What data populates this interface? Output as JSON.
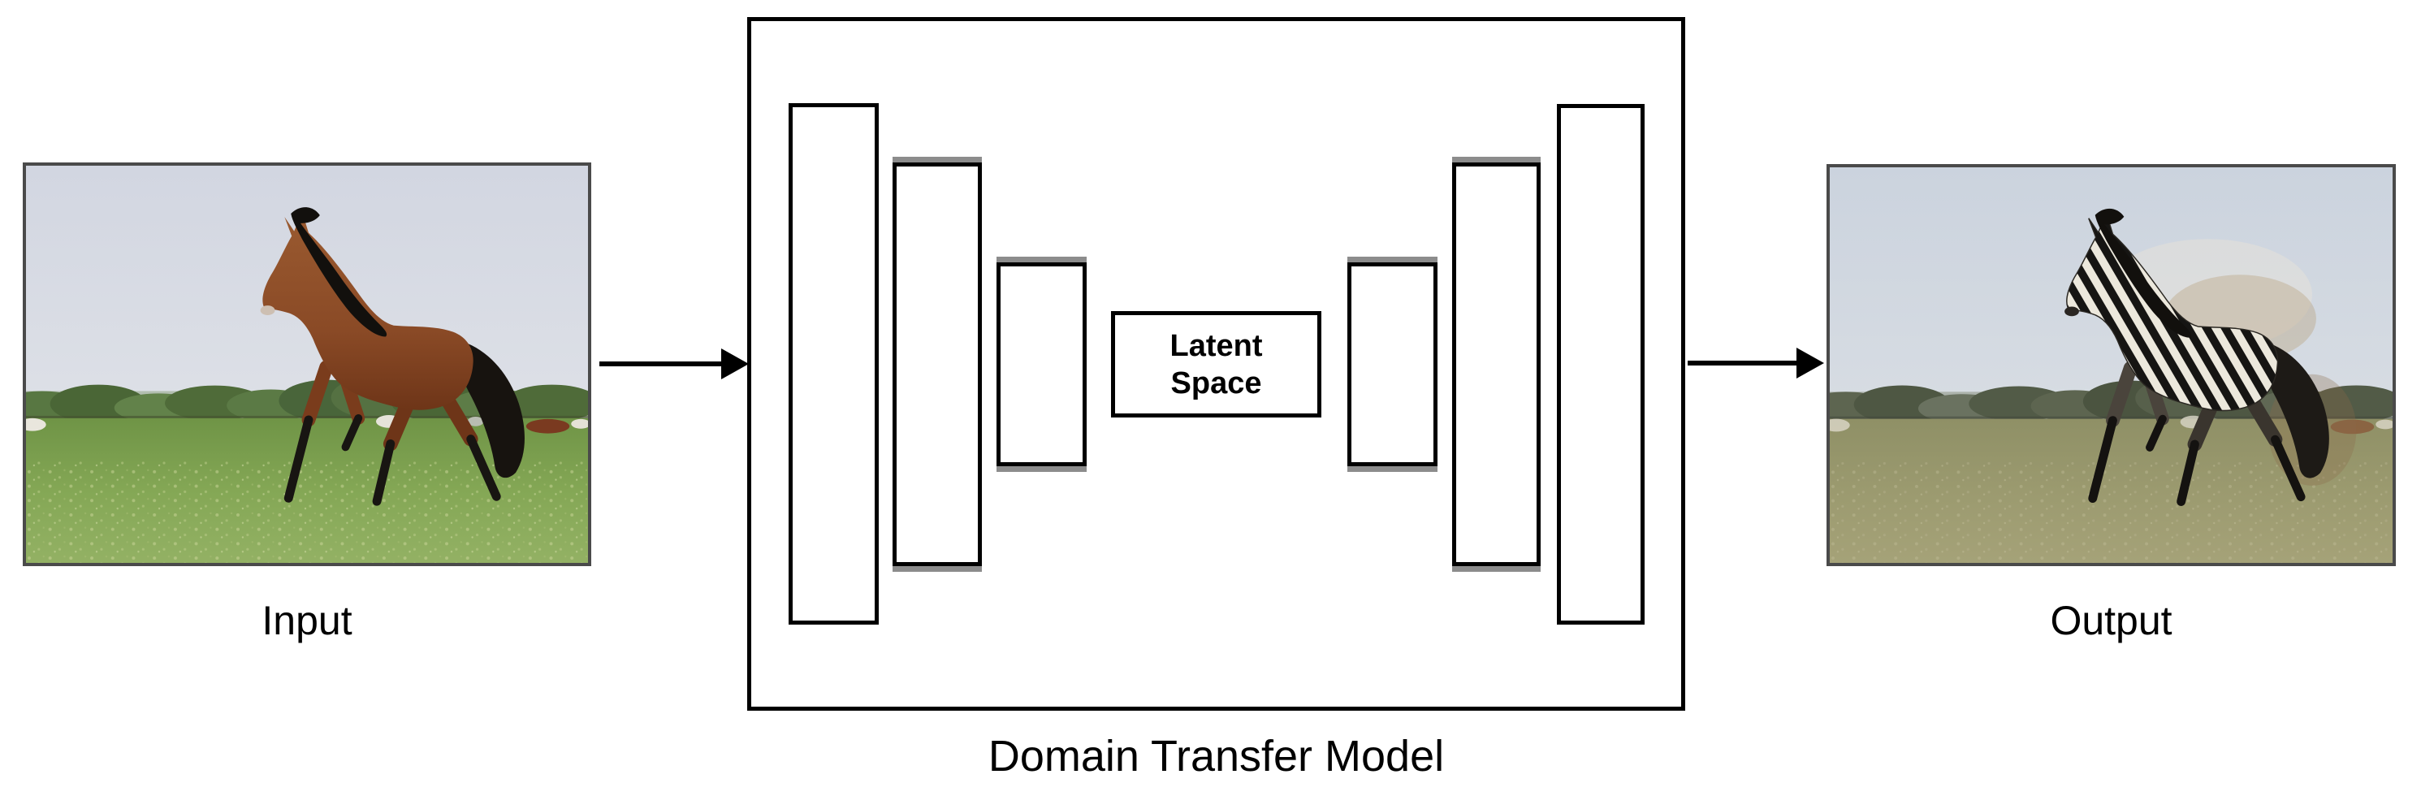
{
  "input_panel": {
    "label": "Input",
    "photo_description": "Photograph of a brown bay horse with black mane and tail galloping to the left across a green pasture; a treeline and a few distant cattle are in the background under a pale blue-gray sky."
  },
  "output_panel": {
    "label": "Output",
    "photo_description": "The same scene after domain transfer: the horse is rendered with black-and-white zebra stripes, the grass and trees appear desaturated olive, with brownish translation artifacts around the animal."
  },
  "model": {
    "label": "Domain Transfer Model",
    "latent_lines": [
      "Latent",
      "Space"
    ],
    "latent_label": "Latent Space",
    "encoder_layer_count": 3,
    "decoder_layer_count": 3,
    "structure": "encoder bars shrink toward latent space, decoder bars grow symmetrically"
  },
  "arrows": [
    {
      "name": "input-to-model",
      "direction": "right"
    },
    {
      "name": "model-to-output",
      "direction": "right"
    }
  ],
  "colors": {
    "diagram_stroke": "#000000",
    "layer_shadow": "#8c8c8c",
    "photo_border": "#4a4a4a",
    "background": "#ffffff"
  }
}
